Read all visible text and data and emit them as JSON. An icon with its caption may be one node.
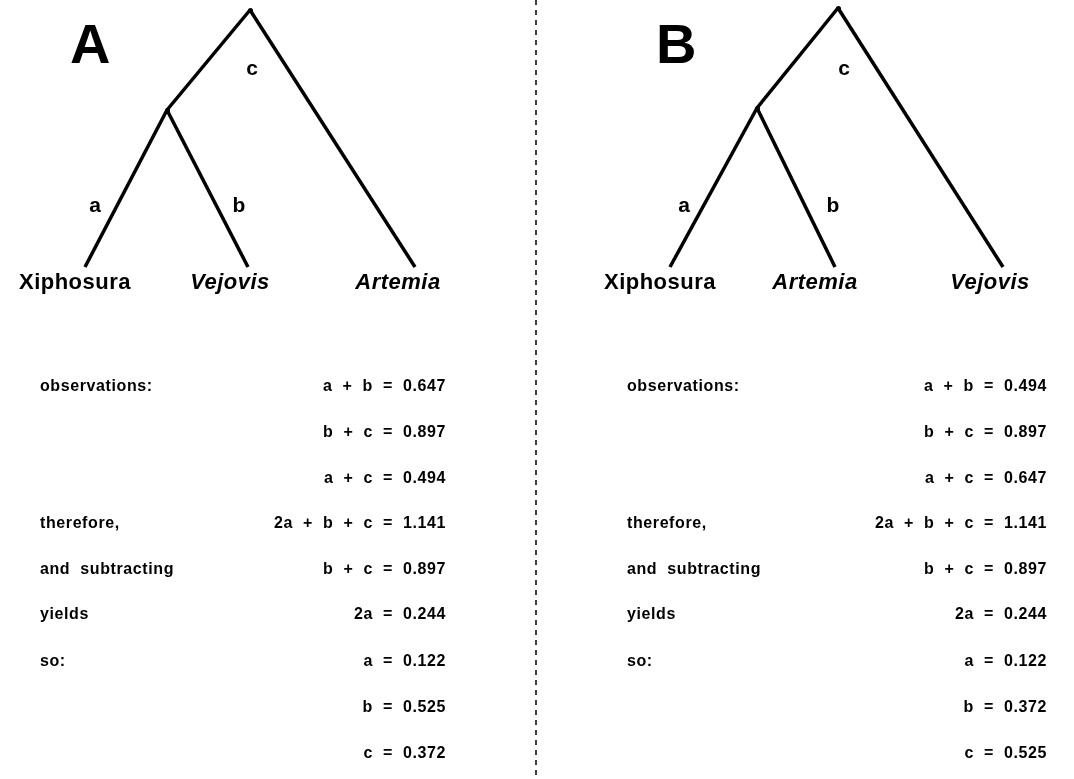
{
  "diagram": {
    "nodes": [
      {
        "text": [],
        "shape": "point"
      },
      {
        "text": [],
        "shape": "point"
      },
      {
        "text": [
          "Xiphosura"
        ]
      },
      {
        "text": [
          "Vejovis"
        ]
      },
      {
        "text": [
          "Artemia"
        ]
      },
      {
        "text": [],
        "shape": "point"
      },
      {
        "text": [],
        "shape": "point"
      },
      {
        "text": [
          "Xiphosura"
        ]
      },
      {
        "text": [
          "Artemia"
        ]
      },
      {
        "text": [
          "Vejovis"
        ]
      }
    ],
    "edges": [
      {
        "from": 0,
        "to": 1,
        "arrow": "none"
      },
      {
        "from": 1,
        "to": 2,
        "arrow": "none",
        "label": "a"
      },
      {
        "from": 1,
        "to": 3,
        "arrow": "none",
        "label": "b"
      },
      {
        "from": 0,
        "to": 4,
        "arrow": "none",
        "label": "c"
      },
      {
        "from": 5,
        "to": 6,
        "arrow": "none"
      },
      {
        "from": 6,
        "to": 7,
        "arrow": "none",
        "label": "a"
      },
      {
        "from": 6,
        "to": 8,
        "arrow": "none",
        "label": "b"
      },
      {
        "from": 5,
        "to": 9,
        "arrow": "none",
        "label": "c"
      }
    ],
    "labels": [
      "A",
      "B",
      "observations:",
      "a + b = 0.647",
      "b + c = 0.897",
      "a + c = 0.494",
      "therefore,",
      "2a + b + c = 1.141",
      "and subtracting",
      "b + c = 0.897",
      "yields",
      "2a = 0.244",
      "so:",
      "a = 0.122",
      "b = 0.525",
      "c = 0.372",
      "observations:",
      "a + b = 0.494",
      "b + c = 0.897",
      "a + c = 0.647",
      "therefore,",
      "2a + b + c = 1.141",
      "and subtracting",
      "b + c = 0.897",
      "yields",
      "2a = 0.244",
      "so:",
      "a = 0.122",
      "b = 0.372",
      "c = 0.525"
    ]
  }
}
